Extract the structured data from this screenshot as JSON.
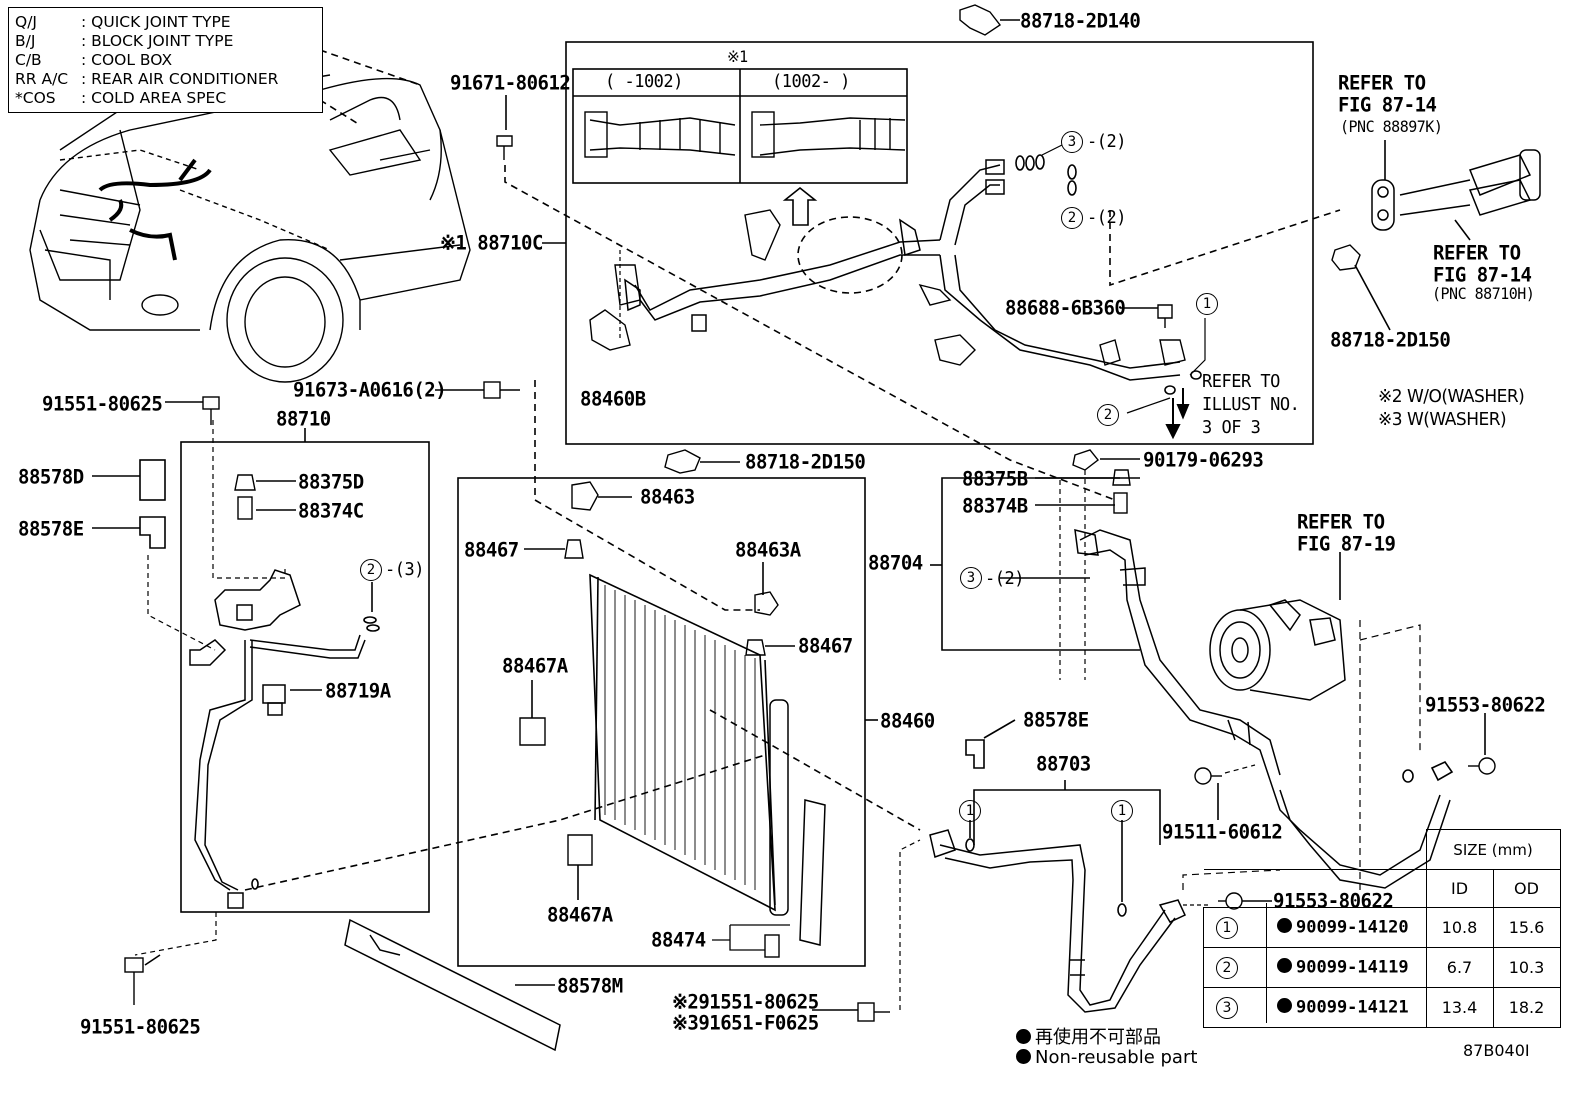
{
  "legend": [
    {
      "abbr": "Q/J",
      "text": ":  QUICK JOINT TYPE"
    },
    {
      "abbr": "B/J",
      "text": ":  BLOCK JOINT TYPE"
    },
    {
      "abbr": "C/B",
      "text": ":  COOL BOX"
    },
    {
      "abbr": "RR A/C",
      "text": ":  REAR AIR CONDITIONER"
    },
    {
      "abbr": "*COS",
      "text": ":  COLD AREA SPEC"
    }
  ],
  "inset": {
    "mark": "※1",
    "left_header": "(     -1002)",
    "right_header": "(1002-      )"
  },
  "labels": {
    "p88718_2D140": "88718-2D140",
    "p91671_80612": "91671-80612",
    "p88710C": "※1 88710C",
    "p88460B": "88460B",
    "p88688_6B360": "88688-6B360",
    "c3_2": "-(2)",
    "c2_2": "-(2)",
    "refer_illust_1": "REFER TO",
    "refer_illust_2": "ILLUST NO.",
    "refer_illust_3": "3 OF 3",
    "refer_87_14a_1": "REFER TO",
    "refer_87_14a_2": "FIG 87-14",
    "refer_87_14a_3": "(PNC 88897K)",
    "refer_87_14b_1": "REFER TO",
    "refer_87_14b_2": "FIG 87-14",
    "refer_87_14b_3": "(PNC 88710H)",
    "p88718_2D150_right": "88718-2D150",
    "note_w2": "※2 W/O(WASHER)",
    "note_w3": "※3 W(WASHER)",
    "p91551_80625_top": "91551-80625",
    "p91673": "91673-A0616(2)",
    "p88710": "88710",
    "p88578D": "88578D",
    "p88578E_left": "88578E",
    "p88375D": "88375D",
    "p88374C": "88374C",
    "c2_3": "-(3)",
    "p88719A": "88719A",
    "p91551_80625_bottom": "91551-80625",
    "p88718_2D150_mid": "88718-2D150",
    "p88463": "88463",
    "p88467_a": "88467",
    "p88463A": "88463A",
    "p88467_b": "88467",
    "p88467A_a": "88467A",
    "p88460": "88460",
    "p88467A_b": "88467A",
    "p88474": "88474",
    "p88578M": "88578M",
    "p91551_80625_w": "※291551-80625",
    "p91651_F0625": "※391651-F0625",
    "p90179": "90179-06293",
    "p88375B": "88375B",
    "p88374B": "88374B",
    "p88704": "88704",
    "c3_2b": "-(2)",
    "refer_87_19_1": "REFER TO",
    "refer_87_19_2": "FIG 87-19",
    "p88578E_right": "88578E",
    "p88703": "88703",
    "p91553_80622_a": "91553-80622",
    "p91511": "91511-60612",
    "p91553_80622_b": "91553-80622",
    "jp_note": "再使用不可部品",
    "en_note": "Non-reusable part",
    "fig_id": "87B040I"
  },
  "size_table": {
    "title": "SIZE (mm)",
    "col_id": "ID",
    "col_od": "OD",
    "rows": [
      {
        "no": "1",
        "part": "90099-14120",
        "id": "10.8",
        "od": "15.6"
      },
      {
        "no": "2",
        "part": "90099-14119",
        "id": "6.7",
        "od": "10.3"
      },
      {
        "no": "3",
        "part": "90099-14121",
        "id": "13.4",
        "od": "18.2"
      }
    ]
  },
  "circle_marks": {
    "c1": "1",
    "c2": "2",
    "c3": "3"
  }
}
